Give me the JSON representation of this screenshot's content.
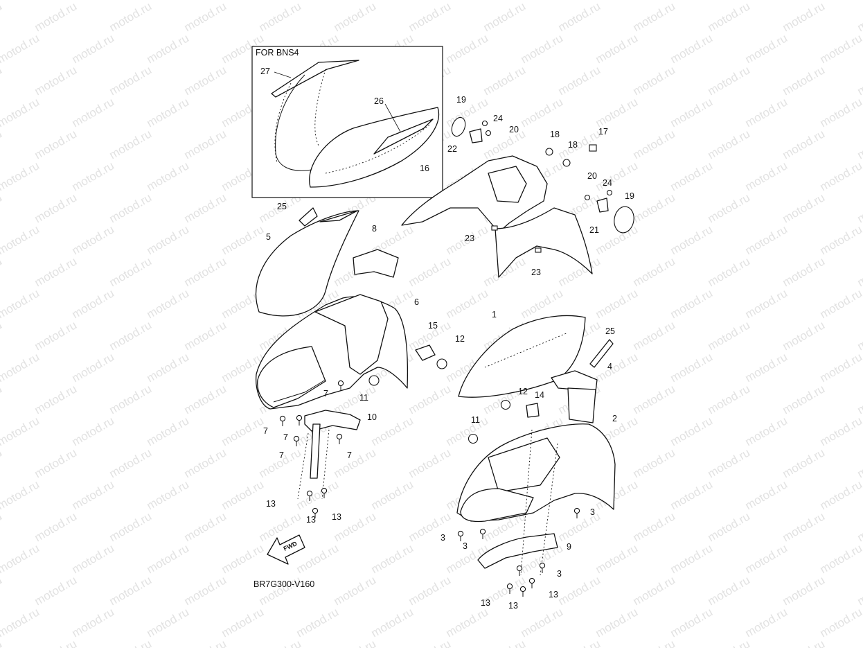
{
  "diagram": {
    "inset_title": "FOR BNS4",
    "drawing_code": "BR7G300-V160",
    "fwd_label": "FWD",
    "watermark": "motod.ru"
  },
  "callouts": [
    {
      "id": "c1",
      "text": "1"
    },
    {
      "id": "c2",
      "text": "2"
    },
    {
      "id": "c3a",
      "text": "3"
    },
    {
      "id": "c3b",
      "text": "3"
    },
    {
      "id": "c3c",
      "text": "3"
    },
    {
      "id": "c3d",
      "text": "3"
    },
    {
      "id": "c4",
      "text": "4"
    },
    {
      "id": "c5",
      "text": "5"
    },
    {
      "id": "c6",
      "text": "6"
    },
    {
      "id": "c7a",
      "text": "7"
    },
    {
      "id": "c7b",
      "text": "7"
    },
    {
      "id": "c7c",
      "text": "7"
    },
    {
      "id": "c7d",
      "text": "7"
    },
    {
      "id": "c7e",
      "text": "7"
    },
    {
      "id": "c8",
      "text": "8"
    },
    {
      "id": "c9",
      "text": "9"
    },
    {
      "id": "c10",
      "text": "10"
    },
    {
      "id": "c11a",
      "text": "11"
    },
    {
      "id": "c11b",
      "text": "11"
    },
    {
      "id": "c12a",
      "text": "12"
    },
    {
      "id": "c12b",
      "text": "12"
    },
    {
      "id": "c13a",
      "text": "13"
    },
    {
      "id": "c13b",
      "text": "13"
    },
    {
      "id": "c13c",
      "text": "13"
    },
    {
      "id": "c13d",
      "text": "13"
    },
    {
      "id": "c13e",
      "text": "13"
    },
    {
      "id": "c13f",
      "text": "13"
    },
    {
      "id": "c14",
      "text": "14"
    },
    {
      "id": "c15",
      "text": "15"
    },
    {
      "id": "c16",
      "text": "16"
    },
    {
      "id": "c17",
      "text": "17"
    },
    {
      "id": "c18a",
      "text": "18"
    },
    {
      "id": "c18b",
      "text": "18"
    },
    {
      "id": "c19a",
      "text": "19"
    },
    {
      "id": "c19b",
      "text": "19"
    },
    {
      "id": "c20a",
      "text": "20"
    },
    {
      "id": "c20b",
      "text": "20"
    },
    {
      "id": "c21",
      "text": "21"
    },
    {
      "id": "c22",
      "text": "22"
    },
    {
      "id": "c23a",
      "text": "23"
    },
    {
      "id": "c23b",
      "text": "23"
    },
    {
      "id": "c24a",
      "text": "24"
    },
    {
      "id": "c24b",
      "text": "24"
    },
    {
      "id": "c25a",
      "text": "25"
    },
    {
      "id": "c25b",
      "text": "25"
    },
    {
      "id": "c26",
      "text": "26"
    },
    {
      "id": "c27",
      "text": "27"
    }
  ]
}
